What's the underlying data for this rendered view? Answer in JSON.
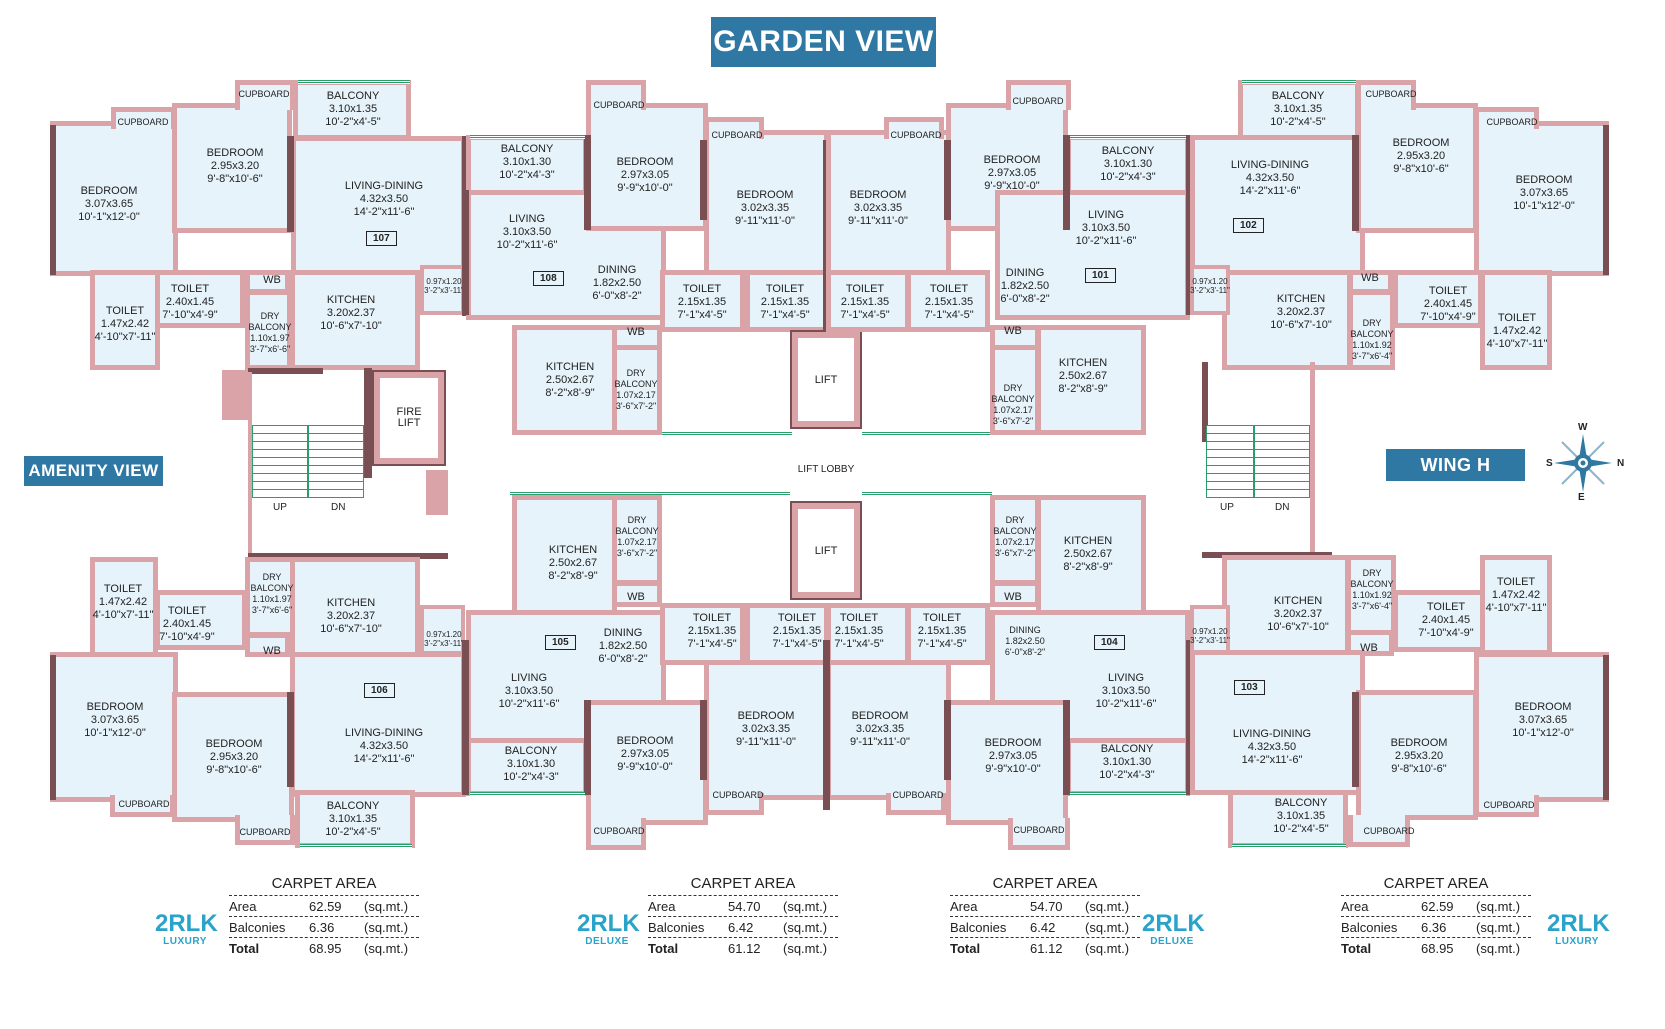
{
  "title": "GARDEN VIEW",
  "side_labels": {
    "left": "AMENITY VIEW",
    "right": "WING H"
  },
  "compass": {
    "north": "N",
    "south": "S",
    "east": "E",
    "west": "W"
  },
  "common": {
    "lift_left": "LIFT",
    "lift_right": "LIFT",
    "fire_lift": "FIRE\nLIFT",
    "lift_lobby": "LIFT LOBBY",
    "stairs_left": {
      "up": "UP",
      "dn": "DN"
    },
    "stairs_right": {
      "up": "UP",
      "dn": "DN"
    }
  },
  "units": {
    "u107": {
      "number": "107",
      "bedroom1": {
        "name": "BEDROOM",
        "dim_m": "3.07x3.65",
        "dim_ft": "10'-1\"x12'-0\""
      },
      "bedroom2": {
        "name": "BEDROOM",
        "dim_m": "2.95x3.20",
        "dim_ft": "9'-8\"x10'-6\""
      },
      "living": {
        "name": "LIVING-DINING",
        "dim_m": "4.32x3.50",
        "dim_ft": "14'-2\"x11'-6\""
      },
      "balcony": {
        "name": "BALCONY",
        "dim_m": "3.10x1.35",
        "dim_ft": "10'-2\"x4'-5\""
      },
      "cupboard1": "CUPBOARD",
      "cupboard2": "CUPBOARD",
      "toilet1": {
        "name": "TOILET",
        "dim_m": "1.47x2.42",
        "dim_ft": "4'-10\"x7'-11\""
      },
      "toilet2": {
        "name": "TOILET",
        "dim_m": "2.40x1.45",
        "dim_ft": "7'-10\"x4'-9\""
      },
      "wb": "WB",
      "dry_balcony": {
        "name": "DRY\nBALCONY",
        "dim_m": "1.10x1.97",
        "dim_ft": "3'-7\"x6'-6\""
      },
      "kitchen": {
        "name": "KITCHEN",
        "dim_m": "3.20x2.37",
        "dim_ft": "10'-6\"x7'-10\""
      },
      "duct": {
        "dim_m": "0.97x1.20",
        "dim_ft": "3'-2\"x3'-11\""
      }
    },
    "u108": {
      "number": "108",
      "balcony": {
        "name": "BALCONY",
        "dim_m": "3.10x1.30",
        "dim_ft": "10'-2\"x4'-3\""
      },
      "living": {
        "name": "LIVING",
        "dim_m": "3.10x3.50",
        "dim_ft": "10'-2\"x11'-6\""
      },
      "bedroom1": {
        "name": "BEDROOM",
        "dim_m": "2.97x3.05",
        "dim_ft": "9'-9\"x10'-0\""
      },
      "bedroom2": {
        "name": "BEDROOM",
        "dim_m": "3.02x3.35",
        "dim_ft": "9'-11\"x11'-0\""
      },
      "cupboard1": "CUPBOARD",
      "cupboard2": "CUPBOARD",
      "dining": {
        "name": "DINING",
        "dim_m": "1.82x2.50",
        "dim_ft": "6'-0\"x8'-2\""
      },
      "toilet1": {
        "name": "TOILET",
        "dim_m": "2.15x1.35",
        "dim_ft": "7'-1\"x4'-5\""
      },
      "toilet2": {
        "name": "TOILET",
        "dim_m": "2.15x1.35",
        "dim_ft": "7'-1\"x4'-5\""
      },
      "wb": "WB",
      "kitchen": {
        "name": "KITCHEN",
        "dim_m": "2.50x2.67",
        "dim_ft": "8'-2\"x8'-9\""
      },
      "dry_balcony": {
        "name": "DRY\nBALCONY",
        "dim_m": "1.07x2.17",
        "dim_ft": "3'-6\"x7'-2\""
      }
    },
    "u101": {
      "number": "101",
      "bedroom2": {
        "name": "BEDROOM",
        "dim_m": "3.02x3.35",
        "dim_ft": "9'-11\"x11'-0\""
      },
      "bedroom1": {
        "name": "BEDROOM",
        "dim_m": "2.97x3.05",
        "dim_ft": "9'-9\"x10'-0\""
      },
      "cupboard1": "CUPBOARD",
      "cupboard2": "CUPBOARD",
      "balcony": {
        "name": "BALCONY",
        "dim_m": "3.10x1.30",
        "dim_ft": "10'-2\"x4'-3\""
      },
      "living": {
        "name": "LIVING",
        "dim_m": "3.10x3.50",
        "dim_ft": "10'-2\"x11'-6\""
      },
      "dining": {
        "name": "DINING",
        "dim_m": "1.82x2.50",
        "dim_ft": "6'-0\"x8'-2\""
      },
      "toilet1": {
        "name": "TOILET",
        "dim_m": "2.15x1.35",
        "dim_ft": "7'-1\"x4'-5\""
      },
      "toilet2": {
        "name": "TOILET",
        "dim_m": "2.15x1.35",
        "dim_ft": "7'-1\"x4'-5\""
      },
      "wb": "WB",
      "kitchen": {
        "name": "KITCHEN",
        "dim_m": "2.50x2.67",
        "dim_ft": "8'-2\"x8'-9\""
      },
      "dry_balcony": {
        "name": "DRY\nBALCONY",
        "dim_m": "1.07x2.17",
        "dim_ft": "3'-6\"x7'-2\""
      }
    },
    "u102": {
      "number": "102",
      "balcony": {
        "name": "BALCONY",
        "dim_m": "3.10x1.35",
        "dim_ft": "10'-2\"x4'-5\""
      },
      "living": {
        "name": "LIVING-DINING",
        "dim_m": "4.32x3.50",
        "dim_ft": "14'-2\"x11'-6\""
      },
      "bedroom2": {
        "name": "BEDROOM",
        "dim_m": "2.95x3.20",
        "dim_ft": "9'-8\"x10'-6\""
      },
      "bedroom1": {
        "name": "BEDROOM",
        "dim_m": "3.07x3.65",
        "dim_ft": "10'-1\"x12'-0\""
      },
      "cupboard1": "CUPBOARD",
      "cupboard2": "CUPBOARD",
      "kitchen": {
        "name": "KITCHEN",
        "dim_m": "3.20x2.37",
        "dim_ft": "10'-6\"x7'-10\""
      },
      "wb": "WB",
      "dry_balcony": {
        "name": "DRY\nBALCONY",
        "dim_m": "1.10x1.92",
        "dim_ft": "3'-7\"x6'-4\""
      },
      "toilet2": {
        "name": "TOILET",
        "dim_m": "2.40x1.45",
        "dim_ft": "7'-10\"x4'-9\""
      },
      "toilet1": {
        "name": "TOILET",
        "dim_m": "1.47x2.42",
        "dim_ft": "4'-10\"x7'-11\""
      },
      "duct": {
        "dim_m": "0.97x1.20",
        "dim_ft": "3'-2\"x3'-11\""
      }
    },
    "u106": {
      "number": "106",
      "toilet1": {
        "name": "TOILET",
        "dim_m": "1.47x2.42",
        "dim_ft": "4'-10\"x7'-11\""
      },
      "toilet2": {
        "name": "TOILET",
        "dim_m": "2.40x1.45",
        "dim_ft": "7'-10\"x4'-9\""
      },
      "dry_balcony": {
        "name": "DRY\nBALCONY",
        "dim_m": "1.10x1.97",
        "dim_ft": "3'-7\"x6'-6\""
      },
      "wb": "WB",
      "kitchen": {
        "name": "KITCHEN",
        "dim_m": "3.20x2.37",
        "dim_ft": "10'-6\"x7'-10\""
      },
      "duct": {
        "dim_m": "0.97x1.20",
        "dim_ft": "3'-2\"x3'-11\""
      },
      "bedroom1": {
        "name": "BEDROOM",
        "dim_m": "3.07x3.65",
        "dim_ft": "10'-1\"x12'-0\""
      },
      "bedroom2": {
        "name": "BEDROOM",
        "dim_m": "2.95x3.20",
        "dim_ft": "9'-8\"x10'-6\""
      },
      "living": {
        "name": "LIVING-DINING",
        "dim_m": "4.32x3.50",
        "dim_ft": "14'-2\"x11'-6\""
      },
      "balcony": {
        "name": "BALCONY",
        "dim_m": "3.10x1.35",
        "dim_ft": "10'-2\"x4'-5\""
      },
      "cupboard1": "CUPBOARD",
      "cupboard2": "CUPBOARD"
    },
    "u105": {
      "number": "105",
      "kitchen": {
        "name": "KITCHEN",
        "dim_m": "2.50x2.67",
        "dim_ft": "8'-2\"x8'-9\""
      },
      "dry_balcony": {
        "name": "DRY\nBALCONY",
        "dim_m": "1.07x2.17",
        "dim_ft": "3'-6\"x7'-2\""
      },
      "wb": "WB",
      "dining": {
        "name": "DINING",
        "dim_m": "1.82x2.50",
        "dim_ft": "6'-0\"x8'-2\""
      },
      "toilet1": {
        "name": "TOILET",
        "dim_m": "2.15x1.35",
        "dim_ft": "7'-1\"x4'-5\""
      },
      "toilet2": {
        "name": "TOILET",
        "dim_m": "2.15x1.35",
        "dim_ft": "7'-1\"x4'-5\""
      },
      "living": {
        "name": "LIVING",
        "dim_m": "3.10x3.50",
        "dim_ft": "10'-2\"x11'-6\""
      },
      "balcony": {
        "name": "BALCONY",
        "dim_m": "3.10x1.30",
        "dim_ft": "10'-2\"x4'-3\""
      },
      "bedroom1": {
        "name": "BEDROOM",
        "dim_m": "2.97x3.05",
        "dim_ft": "9'-9\"x10'-0\""
      },
      "bedroom2": {
        "name": "BEDROOM",
        "dim_m": "3.02x3.35",
        "dim_ft": "9'-11\"x11'-0\""
      },
      "cupboard1": "CUPBOARD",
      "cupboard2": "CUPBOARD"
    },
    "u104": {
      "number": "104",
      "dry_balcony": {
        "name": "DRY\nBALCONY",
        "dim_m": "1.07x2.17",
        "dim_ft": "3'-6\"x7'-2\""
      },
      "kitchen": {
        "name": "KITCHEN",
        "dim_m": "2.50x2.67",
        "dim_ft": "8'-2\"x8'-9\""
      },
      "wb": "WB",
      "toilet1": {
        "name": "TOILET",
        "dim_m": "2.15x1.35",
        "dim_ft": "7'-1\"x4'-5\""
      },
      "toilet2": {
        "name": "TOILET",
        "dim_m": "2.15x1.35",
        "dim_ft": "7'-1\"x4'-5\""
      },
      "dining": {
        "name": "DINING",
        "dim_m": "1.82x2.50",
        "dim_ft": "6'-0\"x8'-2\""
      },
      "living": {
        "name": "LIVING",
        "dim_m": "3.10x3.50",
        "dim_ft": "10'-2\"x11'-6\""
      },
      "bedroom2": {
        "name": "BEDROOM",
        "dim_m": "3.02x3.35",
        "dim_ft": "9'-11\"x11'-0\""
      },
      "bedroom1": {
        "name": "BEDROOM",
        "dim_m": "2.97x3.05",
        "dim_ft": "9'-9\"x10'-0\""
      },
      "balcony": {
        "name": "BALCONY",
        "dim_m": "3.10x1.30",
        "dim_ft": "10'-2\"x4'-3\""
      },
      "cupboard1": "CUPBOARD",
      "cupboard2": "CUPBOARD"
    },
    "u103": {
      "number": "103",
      "kitchen": {
        "name": "KITCHEN",
        "dim_m": "3.20x2.37",
        "dim_ft": "10'-6\"x7'-10\""
      },
      "dry_balcony": {
        "name": "DRY\nBALCONY",
        "dim_m": "1.10x1.92",
        "dim_ft": "3'-7\"x6'-4\""
      },
      "wb": "WB",
      "toilet2": {
        "name": "TOILET",
        "dim_m": "2.40x1.45",
        "dim_ft": "7'-10\"x4'-9\""
      },
      "toilet1": {
        "name": "TOILET",
        "dim_m": "1.47x2.42",
        "dim_ft": "4'-10\"x7'-11\""
      },
      "duct": {
        "dim_m": "0.97x1.20",
        "dim_ft": "3'-2\"x3'-11\""
      },
      "living": {
        "name": "LIVING-DINING",
        "dim_m": "4.32x3.50",
        "dim_ft": "14'-2\"x11'-6\""
      },
      "bedroom2": {
        "name": "BEDROOM",
        "dim_m": "2.95x3.20",
        "dim_ft": "9'-8\"x10'-6\""
      },
      "bedroom1": {
        "name": "BEDROOM",
        "dim_m": "3.07x3.65",
        "dim_ft": "10'-1\"x12'-0\""
      },
      "balcony": {
        "name": "BALCONY",
        "dim_m": "3.10x1.35",
        "dim_ft": "10'-2\"x4'-5\""
      },
      "cupboard1": "CUPBOARD",
      "cupboard2": "CUPBOARD"
    }
  },
  "carpet_areas": [
    {
      "title": "CARPET AREA",
      "type": "2RLK",
      "variant": "LUXURY",
      "rows": [
        {
          "label": "Area",
          "value": "62.59",
          "unit": "(sq.mt.)"
        },
        {
          "label": "Balconies",
          "value": "6.36",
          "unit": "(sq.mt.)"
        },
        {
          "label": "Total",
          "value": "68.95",
          "unit": "(sq.mt.)"
        }
      ]
    },
    {
      "title": "CARPET AREA",
      "type": "2RLK",
      "variant": "DELUXE",
      "rows": [
        {
          "label": "Area",
          "value": "54.70",
          "unit": "(sq.mt.)"
        },
        {
          "label": "Balconies",
          "value": "6.42",
          "unit": "(sq.mt.)"
        },
        {
          "label": "Total",
          "value": "61.12",
          "unit": "(sq.mt.)"
        }
      ]
    },
    {
      "title": "CARPET AREA",
      "type": "2RLK",
      "variant": "DELUXE",
      "rows": [
        {
          "label": "Area",
          "value": "54.70",
          "unit": "(sq.mt.)"
        },
        {
          "label": "Balconies",
          "value": "6.42",
          "unit": "(sq.mt.)"
        },
        {
          "label": "Total",
          "value": "61.12",
          "unit": "(sq.mt.)"
        }
      ]
    },
    {
      "title": "CARPET AREA",
      "type": "2RLK",
      "variant": "LUXURY",
      "rows": [
        {
          "label": "Area",
          "value": "62.59",
          "unit": "(sq.mt.)"
        },
        {
          "label": "Balconies",
          "value": "6.36",
          "unit": "(sq.mt.)"
        },
        {
          "label": "Total",
          "value": "68.95",
          "unit": "(sq.mt.)"
        }
      ]
    }
  ],
  "colors": {
    "banner": "#2f78a4",
    "room_fill": "#e6f3fa",
    "wall": "#d9a3a8",
    "column": "#7a4f54",
    "glazing": "#2a9d6a",
    "type_label": "#29a3c9"
  }
}
